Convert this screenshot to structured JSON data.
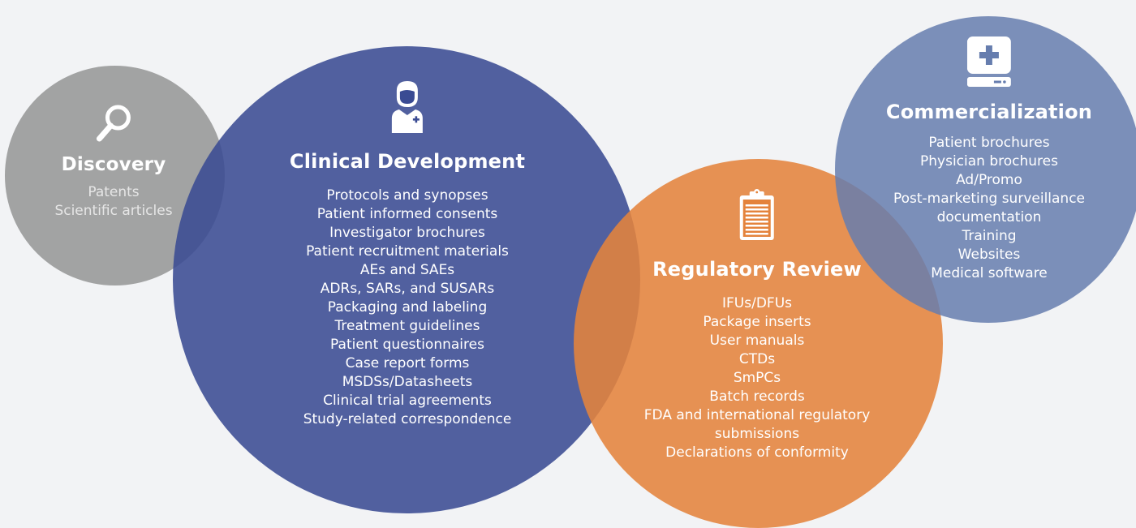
{
  "colors": {
    "background": "#f2f3f5",
    "discovery": "#949494",
    "clinical_development": "#3a4b93",
    "regulatory_review": "#e4833c",
    "commercialization": "#667dae",
    "text": "#ffffff"
  },
  "discovery": {
    "icon": "magnifier-icon",
    "title": "Discovery",
    "items": [
      "Patents",
      "Scientific articles"
    ]
  },
  "clinical_development": {
    "icon": "doctor-icon",
    "title": "Clinical Development",
    "items": [
      "Protocols and synopses",
      "Patient informed consents",
      "Investigator brochures",
      "Patient recruitment materials",
      "AEs and SAEs",
      "ADRs, SARs, and SUSARs",
      "Packaging and labeling",
      "Treatment guidelines",
      "Patient questionnaires",
      "Case report forms",
      "MSDSs/Datasheets",
      "Clinical trial agreements",
      "Study-related correspondence"
    ]
  },
  "regulatory_review": {
    "icon": "clipboard-icon",
    "title": "Regulatory Review",
    "items": [
      "IFUs/DFUs",
      "Package inserts",
      "User manuals",
      "CTDs",
      "SmPCs",
      "Batch records",
      "FDA and international regulatory",
      "submissions",
      "Declarations of conformity"
    ]
  },
  "commercialization": {
    "icon": "medical-monitor-icon",
    "title": "Commercialization",
    "items": [
      "Patient brochures",
      "Physician brochures",
      "Ad/Promo",
      "Post-marketing surveillance",
      "documentation",
      "Training",
      "Websites",
      "Medical software"
    ]
  }
}
